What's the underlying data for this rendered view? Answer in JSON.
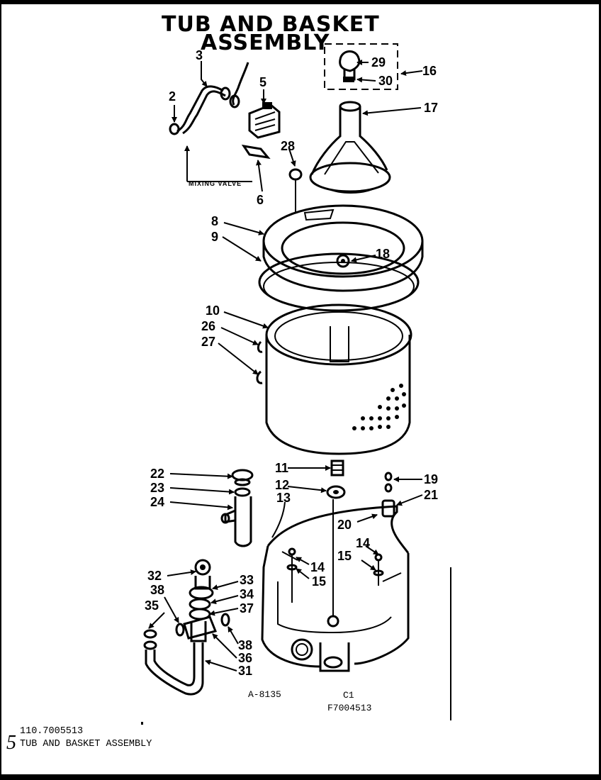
{
  "diagram": {
    "title_line1": "TUB AND BASKET",
    "title_line2": "ASSEMBLY",
    "mixing_valve_label": "MIXING VALVE",
    "drawing_code": "A-8135",
    "figure_code": "C1",
    "part_number": "F7004513",
    "callouts": [
      "2",
      "3",
      "5",
      "6",
      "8",
      "9",
      "10",
      "11",
      "12",
      "13",
      "14",
      "15",
      "16",
      "17",
      "18",
      "19",
      "20",
      "21",
      "22",
      "23",
      "24",
      "26",
      "27",
      "28",
      "29",
      "30",
      "31",
      "32",
      "33",
      "34",
      "35",
      "36",
      "37",
      "38"
    ]
  },
  "footer": {
    "model_number": "110.7005513",
    "page_mark": "5",
    "section_title": "TUB AND BASKET ASSEMBLY"
  }
}
